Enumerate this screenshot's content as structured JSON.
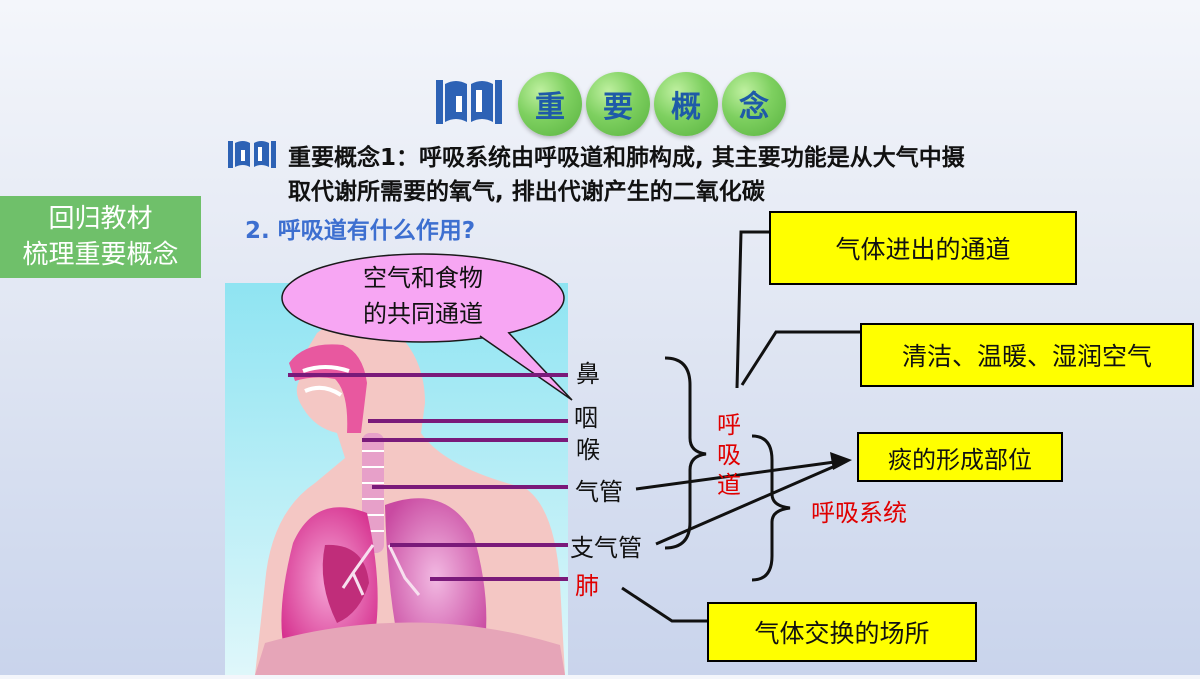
{
  "header": {
    "circles": [
      "重",
      "要",
      "概",
      "念"
    ]
  },
  "concept": {
    "line1": "重要概念1：呼吸系统由呼吸道和肺构成, 其主要功能是从大气中摄",
    "line2": "取代谢所需要的氧气, 排出代谢产生的二氧化碳"
  },
  "sidebar": {
    "line1": "回归教材",
    "line2": "梳理重要概念"
  },
  "question": "2. 呼吸道有什么作用?",
  "bubble": {
    "line1": "空气和食物",
    "line2": "的共同通道"
  },
  "organs": [
    "鼻",
    "咽",
    "喉",
    "气管",
    "支气管",
    "肺"
  ],
  "brace_labels": {
    "respiratory_tract": "呼吸道",
    "respiratory_system": "呼吸系统"
  },
  "boxes": {
    "gas_channel": "气体进出的通道",
    "clean_warm": "清洁、温暖、湿润空气",
    "phlegm": "痰的形成部位",
    "gas_exchange": "气体交换的场所"
  },
  "colors": {
    "accent_blue": "#1e5aa8",
    "green": "#6fc06a",
    "highlight_yellow": "#ffff00",
    "red": "#e00000",
    "bubble_pink": "#f7a6f3",
    "pointer_line": "#7a1a7a"
  }
}
